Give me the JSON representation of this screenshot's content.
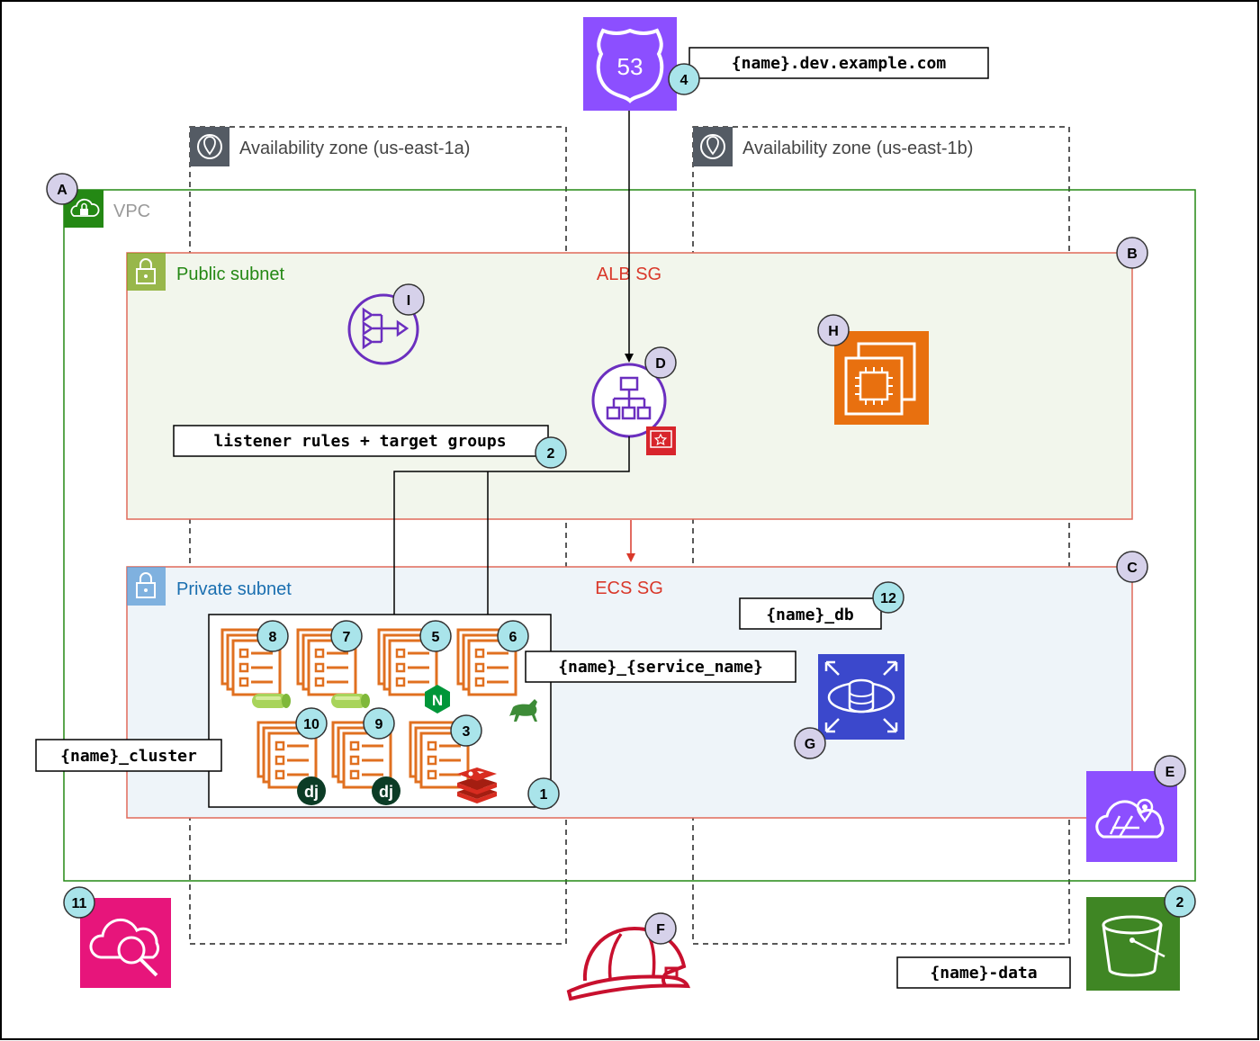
{
  "zones": {
    "az_a": "Availability zone (us-east-1a)",
    "az_b": "Availability zone (us-east-1b)"
  },
  "vpc": {
    "label": "VPC"
  },
  "public_subnet": {
    "label": "Public subnet",
    "sg": "ALB SG"
  },
  "private_subnet": {
    "label": "Private subnet",
    "sg": "ECS SG"
  },
  "route53": {
    "glyph": "53",
    "domain": "{name}.dev.example.com"
  },
  "labels": {
    "listener": "listener rules + target groups",
    "service": "{name}_{service_name}",
    "cluster": "{name}_cluster",
    "db": "{name}_db",
    "bucket": "{name}-data"
  },
  "letter_badges": {
    "A": "A",
    "B": "B",
    "C": "C",
    "D": "D",
    "E": "E",
    "F": "F",
    "G": "G",
    "H": "H",
    "I": "I"
  },
  "number_badges": {
    "n1": "1",
    "n2a": "2",
    "n2b": "2",
    "n3": "3",
    "n4": "4",
    "n5": "5",
    "n6": "6",
    "n7": "7",
    "n8": "8",
    "n9": "9",
    "n10": "10",
    "n11": "11",
    "n12": "12"
  },
  "task_badges": {
    "django": "dj",
    "nginx": "N"
  },
  "colors": {
    "vpc_green": "#248814",
    "subnet_red": "#e06a5a",
    "public_fill": "#f2f6ec",
    "private_fill": "#eef4f9",
    "public_icon": "#7aa116",
    "private_icon": "#5a9bd5",
    "purple": "#8c4fff",
    "ecs_orange": "#e07020",
    "teal_badge": "#a9e4ea",
    "lavender_badge": "#d6d1ea",
    "rds_blue": "#3b48cc",
    "pink": "#e7157b",
    "s3_green": "#3f8624",
    "helmet_red": "#c8102e"
  },
  "icons": [
    "route53-icon",
    "nat-gateway-icon",
    "load-balancer-icon",
    "certificate-icon",
    "ec2-icon",
    "ecs-task-icon",
    "rds-icon",
    "location-service-icon",
    "cloudwatch-icon",
    "s3-bucket-icon",
    "helmet-icon",
    "celery-icon",
    "nginx-icon",
    "gunicorn-icon",
    "django-icon",
    "redis-icon",
    "lock-icon",
    "cloud-lock-icon",
    "location-pin-icon"
  ]
}
